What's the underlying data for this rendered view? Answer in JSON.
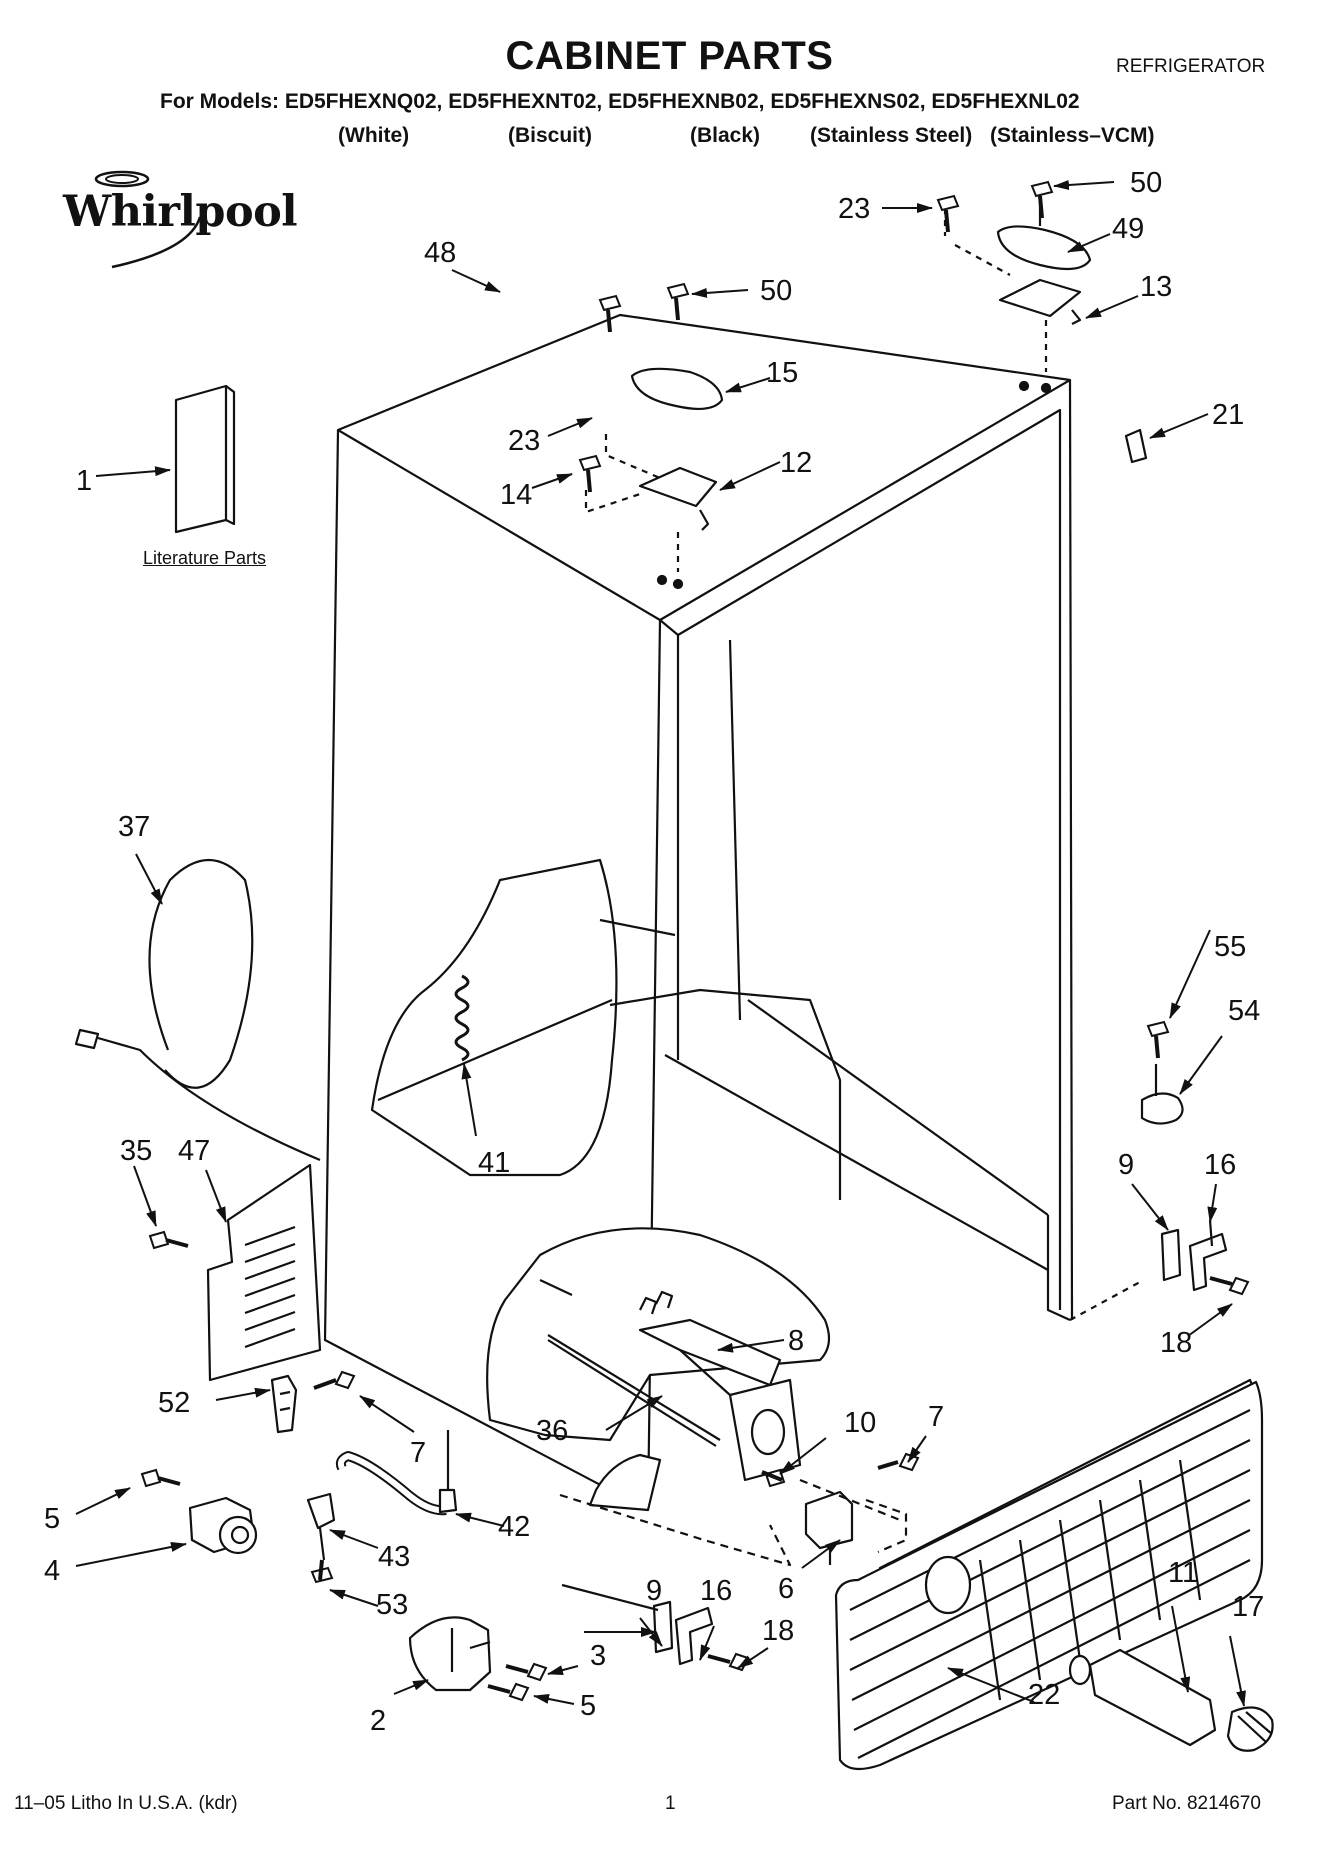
{
  "header": {
    "title": "CABINET PARTS",
    "appliance": "REFRIGERATOR",
    "models_line": "For Models: ED5FHEXNQ02, ED5FHEXNT02, ED5FHEXNB02, ED5FHEXNS02, ED5FHEXNL02",
    "color_labels": [
      "(White)",
      "(Biscuit)",
      "(Black)",
      "(Stainless Steel)",
      "(Stainless–VCM)"
    ]
  },
  "brand": {
    "name": "Whirlpool"
  },
  "literature_label": "Literature Parts",
  "callouts": [
    "1",
    "2",
    "3",
    "4",
    "5",
    "5",
    "6",
    "7",
    "7",
    "8",
    "9",
    "9",
    "10",
    "11",
    "12",
    "13",
    "14",
    "15",
    "16",
    "16",
    "17",
    "18",
    "18",
    "21",
    "22",
    "23",
    "23",
    "35",
    "36",
    "37",
    "41",
    "42",
    "43",
    "47",
    "48",
    "49",
    "50",
    "50",
    "52",
    "53",
    "54",
    "55"
  ],
  "footer": {
    "left": "11–05 Litho In U.S.A. (kdr)",
    "page": "1",
    "right": "Part No. 8214670"
  }
}
